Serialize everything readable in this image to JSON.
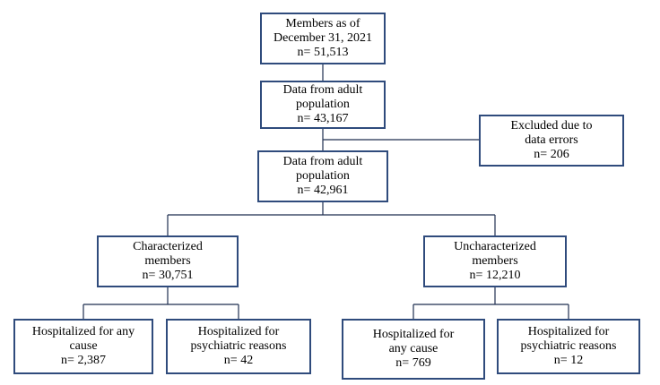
{
  "boxes": {
    "members": {
      "line1": "Members as of",
      "line2": "December 31, 2021",
      "line3": "n= 51,513"
    },
    "adult_population_initial": {
      "line1": "Data from adult",
      "line2": "population",
      "line3": "n= 43,167"
    },
    "excluded": {
      "line1": "Excluded due to",
      "line2": "data errors",
      "line3": "n= 206"
    },
    "adult_population_final": {
      "line1": "Data from adult",
      "line2": "population",
      "line3": "n= 42,961"
    },
    "characterized": {
      "line1": "Characterized",
      "line2": "members",
      "line3": "n= 30,751"
    },
    "uncharacterized": {
      "line1": "Uncharacterized",
      "line2": "members",
      "line3": "n= 12,210"
    },
    "char_hosp_any": {
      "line1": "Hospitalized for any",
      "line2": "cause",
      "line3": "n= 2,387"
    },
    "char_hosp_psych": {
      "line1": "Hospitalized for",
      "line2": "psychiatric reasons",
      "line3": "n= 42"
    },
    "unchar_hosp_any": {
      "line1": "Hospitalized for",
      "line2": "any cause",
      "line3": "n= 769"
    },
    "unchar_hosp_psych": {
      "line1": "Hospitalized for",
      "line2": "psychiatric reasons",
      "line3": "n= 12"
    }
  },
  "colors": {
    "box_border": "#2f4b7c",
    "connector": "#1f2f4f"
  }
}
